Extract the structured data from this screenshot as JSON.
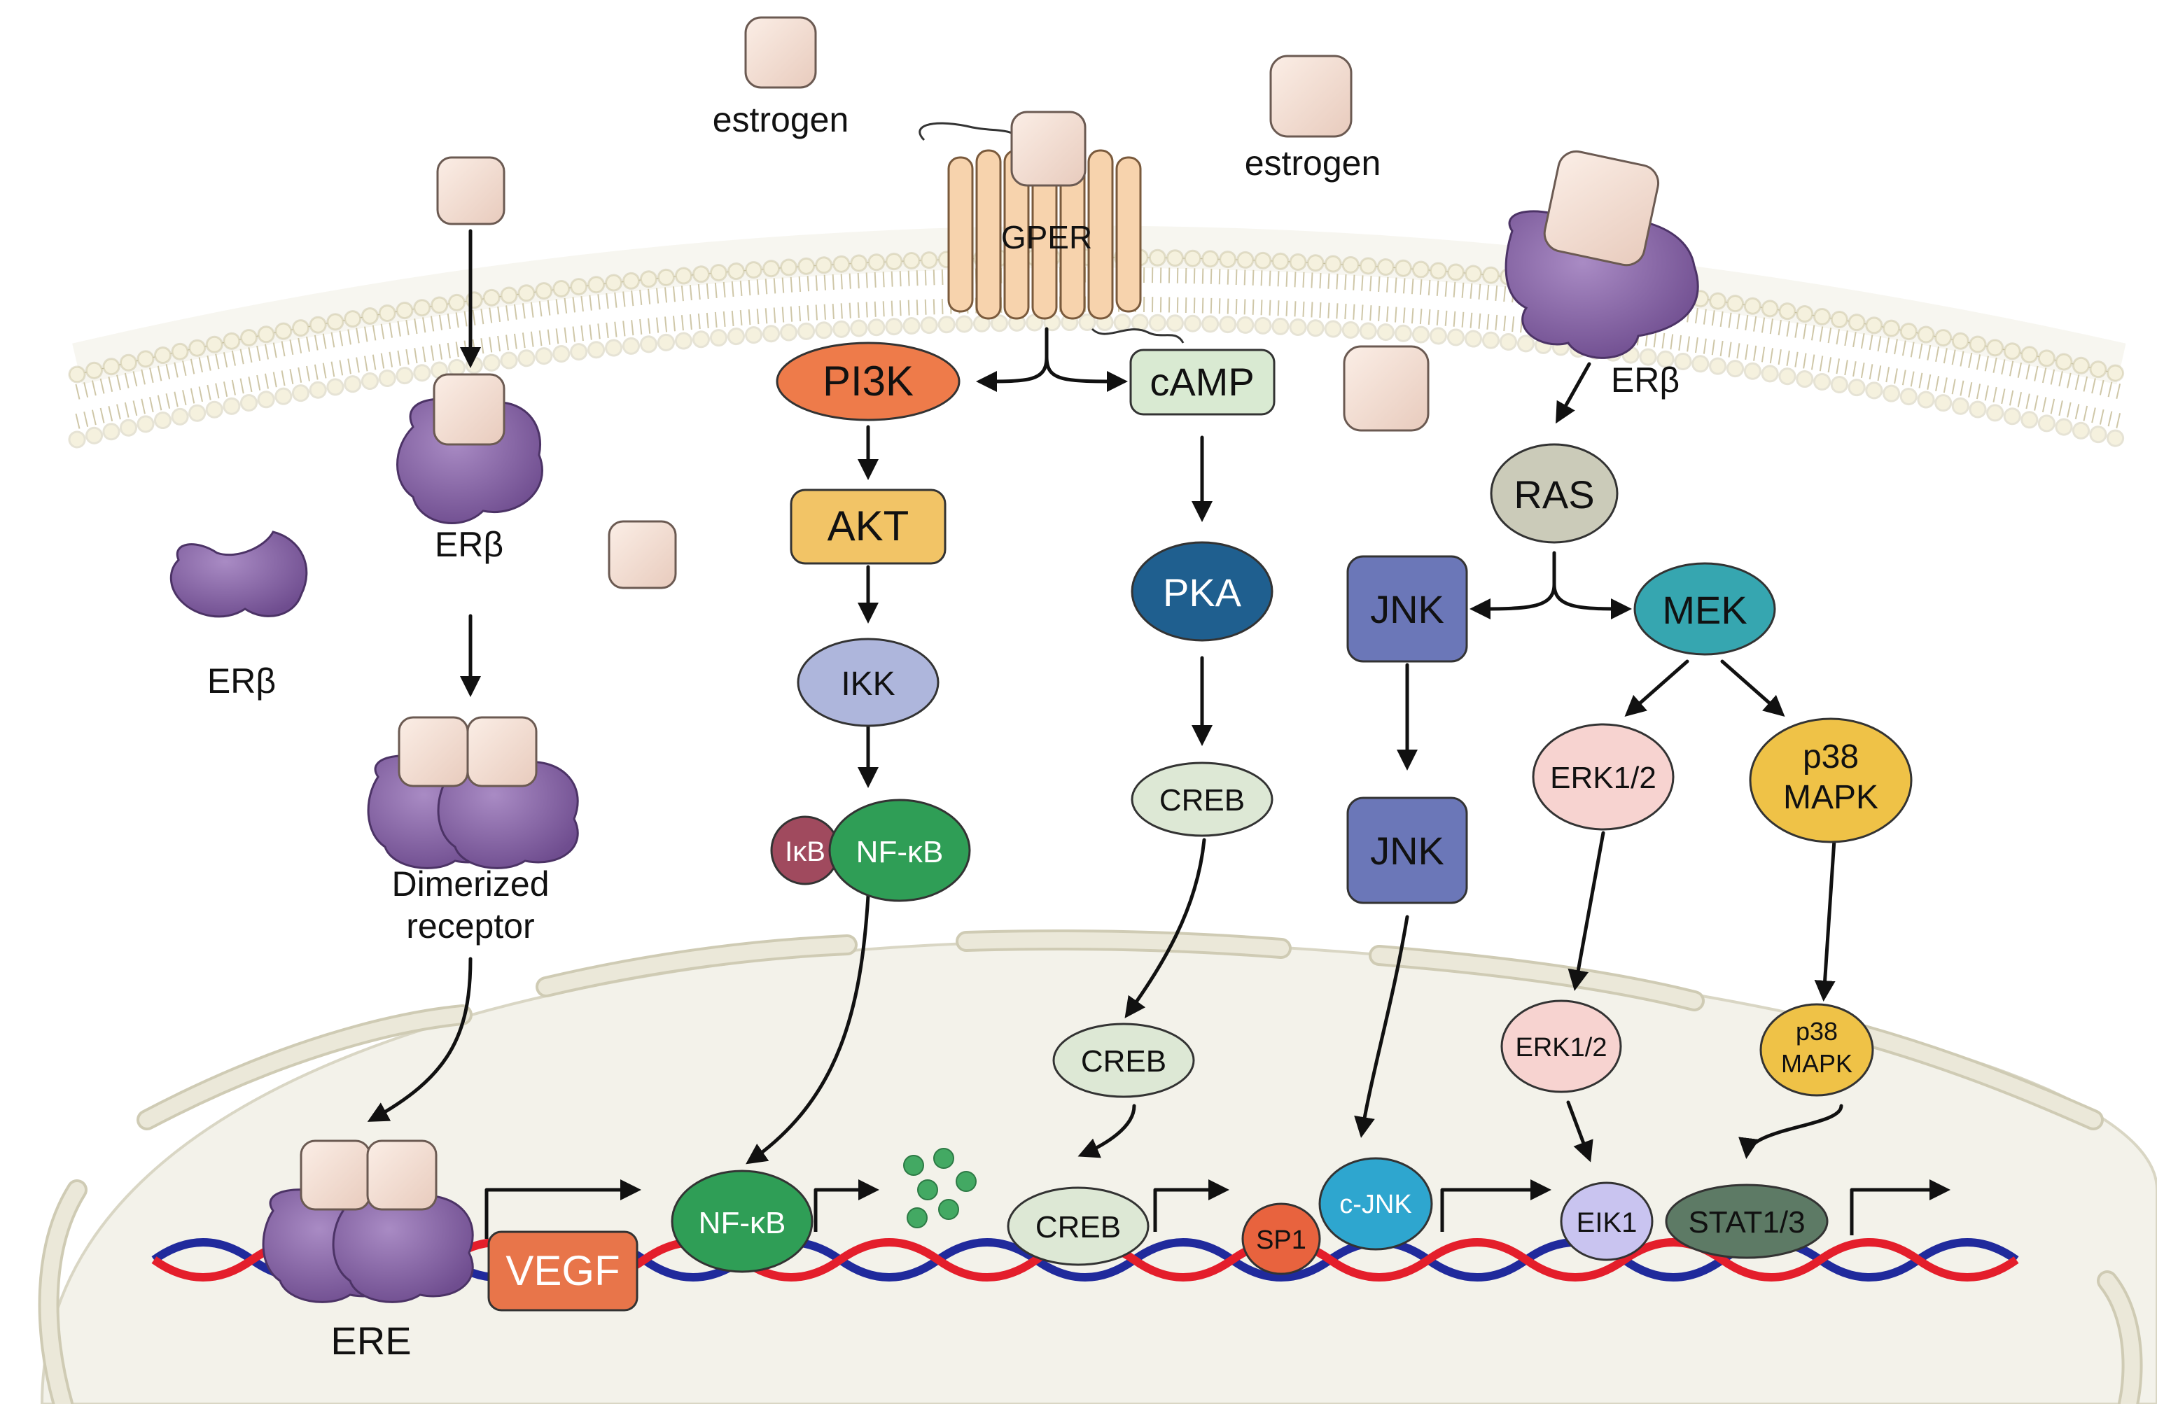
{
  "labels": {
    "estrogen_1": "estrogen",
    "estrogen_2": "estrogen",
    "gper": "GPER",
    "er_beta_membrane": "ERβ",
    "er_beta_bound": "ERβ",
    "er_beta_free": "ERβ",
    "dimerized_line1": "Dimerized",
    "dimerized_line2": "receptor",
    "ere": "ERE"
  },
  "nodes": {
    "pi3k": "PI3K",
    "camp": "cAMP",
    "akt": "AKT",
    "ikk": "IKK",
    "ikb": "IκB",
    "nfkb": "NF-κB",
    "pka": "PKA",
    "creb_1": "CREB",
    "creb_2": "CREB",
    "creb_3": "CREB",
    "ras": "RAS",
    "jnk_1": "JNK",
    "jnk_2": "JNK",
    "mek": "MEK",
    "erk_1": "ERK1/2",
    "erk_2": "ERK1/2",
    "p38_1_line1": "p38",
    "p38_1_line2": "MAPK",
    "p38_2_line1": "p38",
    "p38_2_line2": "MAPK",
    "vegf": "VEGF",
    "nfkb_nuc": "NF-κB",
    "sp1": "SP1",
    "cjnk": "c-JNK",
    "eik1": "EIK1",
    "stat": "STAT1/3"
  },
  "colors": {
    "membrane_head": "#f2eedb",
    "nucleus_fill": "#f3f2ea",
    "estrogen_fill": "#f2ddd0",
    "er_beta_purple": "#8b65a8",
    "gper_fill": "#f7d3ad",
    "pi3k": "#ee7b4a",
    "camp": "#d9ead2",
    "akt": "#f2c466",
    "ikk": "#aeb6dc",
    "ikb": "#a04a5e",
    "nfkb": "#2f9e56",
    "pka": "#1f5f8f",
    "creb": "#dde8d5",
    "ras": "#cbcbb9",
    "jnk": "#6b77b8",
    "mek": "#36a6b0",
    "erk": "#f7d3d0",
    "p38": "#efc247",
    "vegf": "#e8754a",
    "sp1": "#e8633e",
    "cjnk": "#2ea6cf",
    "eik1": "#c9c4f0",
    "stat": "#5d7a65",
    "dna_red": "#e41e2b",
    "dna_blue": "#202a9c"
  }
}
